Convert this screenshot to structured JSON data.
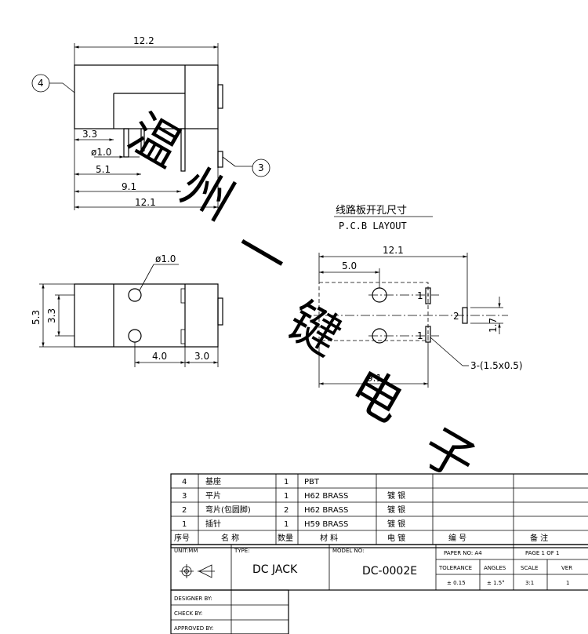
{
  "watermark": [
    "温",
    "州",
    "一",
    "键",
    "电",
    "子"
  ],
  "side_view": {
    "top_dim": "12.2",
    "dims": [
      "3.3",
      "ø1.0",
      "5.1",
      "9.1",
      "12.1"
    ],
    "callout_4": "4",
    "callout_3": "3"
  },
  "front_view": {
    "hole_dim": "ø1.0",
    "vert_dims": [
      "5.3",
      "3.3"
    ],
    "bottom_dims": [
      "4.0",
      "3.0"
    ]
  },
  "pcb": {
    "title_cn": "线路板开孔尺寸",
    "title_en": "P.C.B LAYOUT",
    "dims": [
      "12.1",
      "5.0",
      "9.1",
      "1.7"
    ],
    "pin_labels": [
      "1",
      "2",
      "1"
    ],
    "slot_note": "3-(1.5x0.5)"
  },
  "title_block": {
    "parts": [
      {
        "no": "4",
        "name": "基座",
        "qty": "1",
        "material": "PBT",
        "finish": ""
      },
      {
        "no": "3",
        "name": "平片",
        "qty": "1",
        "material": "H62 BRASS",
        "finish": "镀  银"
      },
      {
        "no": "2",
        "name": "弯片(包圆脚)",
        "qty": "2",
        "material": "H62 BRASS",
        "finish": "镀  银"
      },
      {
        "no": "1",
        "name": "插针",
        "qty": "1",
        "material": "H59 BRASS",
        "finish": "镀  银"
      }
    ],
    "header": {
      "no": "序号",
      "name": "名    称",
      "qty": "数量",
      "material": "材    料",
      "finish": "电    镀",
      "code": "编    号",
      "note": "备    注"
    },
    "unit": "UNIT:MM",
    "type_label": "TYPE:",
    "type_value": "DC   JACK",
    "model_label": "MODEL NO:",
    "model_value": "DC-0002E",
    "paper": "PAPER NO: A4",
    "page": "PAGE 1 OF 1",
    "tolerance_label": "TOLERANCE",
    "angles_label": "ANGLES",
    "scale_label": "SCALE",
    "ver_label": "VER",
    "tolerance_value": "± 0.15",
    "angles_value": "± 1.5°",
    "scale_value": "3:1",
    "ver_value": "1",
    "designer": "DESIGNER BY:",
    "check": "CHECK    BY:",
    "approved": "APPROVED BY:"
  }
}
